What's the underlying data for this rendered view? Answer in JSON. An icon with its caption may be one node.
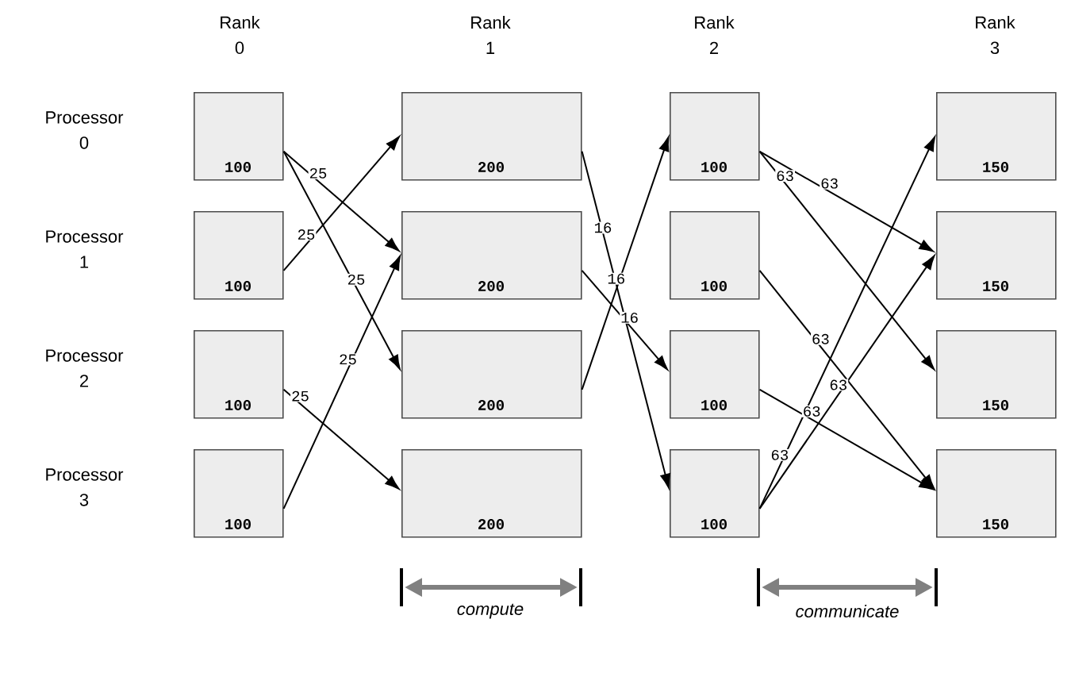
{
  "diagram": {
    "nodes": [
      {
        "text": [
          "100"
        ]
      },
      {
        "text": [
          "100"
        ]
      },
      {
        "text": [
          "100"
        ]
      },
      {
        "text": [
          "100"
        ]
      },
      {
        "text": [
          "200"
        ]
      },
      {
        "text": [
          "200"
        ]
      },
      {
        "text": [
          "200"
        ]
      },
      {
        "text": [
          "200"
        ]
      },
      {
        "text": [
          "100"
        ]
      },
      {
        "text": [
          "100"
        ]
      },
      {
        "text": [
          "100"
        ]
      },
      {
        "text": [
          "100"
        ]
      },
      {
        "text": [
          "150"
        ]
      },
      {
        "text": [
          "150"
        ]
      },
      {
        "text": [
          "150"
        ]
      },
      {
        "text": [
          "150"
        ]
      }
    ],
    "edges": [
      {
        "from": 0,
        "to": 5,
        "arrow": "to",
        "label": "25"
      },
      {
        "from": 0,
        "to": 6,
        "arrow": "to",
        "label": "25"
      },
      {
        "from": 1,
        "to": 4,
        "arrow": "to",
        "label": "25"
      },
      {
        "from": 2,
        "to": 7,
        "arrow": "to",
        "label": "25"
      },
      {
        "from": 3,
        "to": 5,
        "arrow": "to",
        "label": "25"
      },
      {
        "from": 4,
        "to": 11,
        "arrow": "to",
        "label": "16"
      },
      {
        "from": 5,
        "to": 10,
        "arrow": "to",
        "label": "16"
      },
      {
        "from": 6,
        "to": 8,
        "arrow": "to",
        "label": "16"
      },
      {
        "from": 8,
        "to": 13,
        "arrow": "to",
        "label": "63"
      },
      {
        "from": 8,
        "to": 14,
        "arrow": "to",
        "label": "63"
      },
      {
        "from": 9,
        "to": 15,
        "arrow": "to",
        "label": "63"
      },
      {
        "from": 10,
        "to": 15,
        "arrow": "to",
        "label": "63"
      },
      {
        "from": 11,
        "to": 12,
        "arrow": "to",
        "label": "63"
      },
      {
        "from": 11,
        "to": 13,
        "arrow": "to",
        "label": "63"
      }
    ],
    "labels": [
      "Rank 0",
      "Rank 1",
      "Rank 2",
      "Rank 3",
      "Processor 0",
      "Processor 1",
      "Processor 2",
      "Processor 3",
      "compute",
      "communicate"
    ]
  }
}
